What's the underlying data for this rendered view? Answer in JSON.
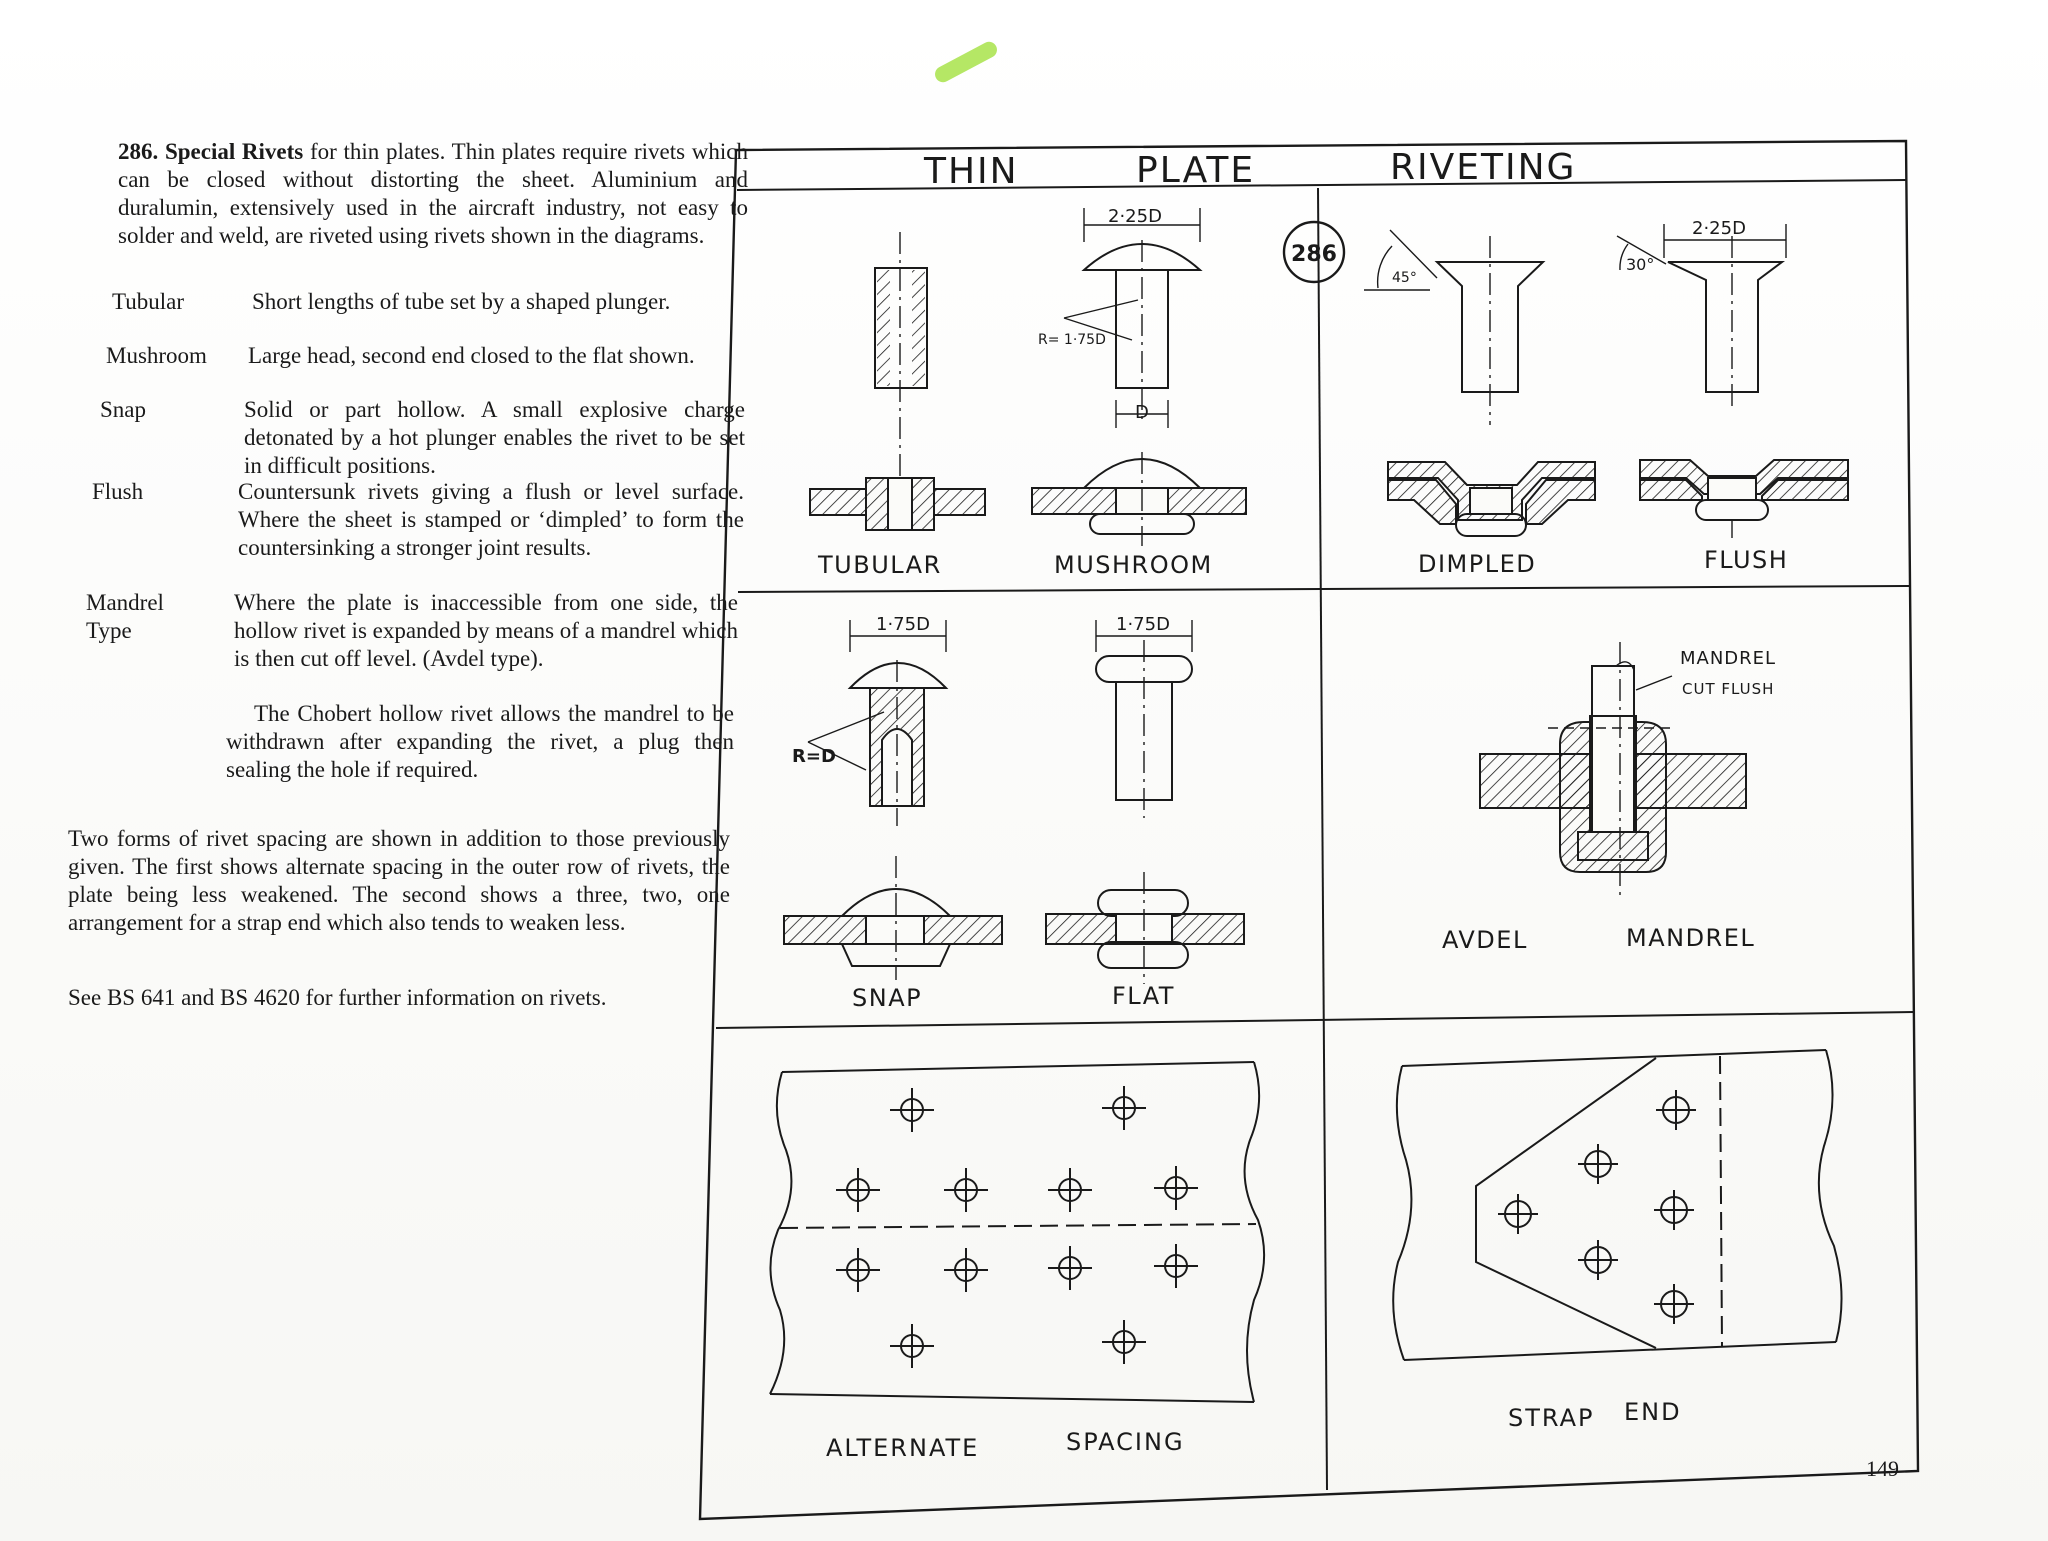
{
  "article": {
    "number": "286.",
    "heading": "Special Rivets",
    "intro_text": " for thin plates. Thin plates require rivets which can be closed without distorting the sheet. Aluminium and duralumin, extensively used in the aircraft industry, not easy to solder and weld, are riveted using rivets shown in the diagrams."
  },
  "definitions": [
    {
      "term": "Tubular",
      "text": "Short lengths of tube set by a shaped plunger."
    },
    {
      "term": "Mushroom",
      "text": "Large head, second end closed to the flat shown."
    },
    {
      "term": "Snap",
      "text": "Solid or part hollow. A small explosive charge detonated by a hot plunger enables the rivet to be set in difficult positions."
    },
    {
      "term": "Flush",
      "text": "Countersunk rivets giving a flush or level surface. Where the sheet is stamped or ‘dimpled’ to form the countersinking a stronger joint results."
    },
    {
      "term": "Mandrel Type",
      "text": "Where the plate is inaccessible from one side, the hollow rivet is expanded by means of a mandrel which is then cut off level. (Avdel type)."
    }
  ],
  "chobert_text": "The Chobert hollow rivet allows the mandrel to be withdrawn after expanding the rivet, a plug then sealing the hole if required.",
  "spacing_text": "Two forms of rivet spacing are shown in addition to those previously given. The first shows alternate spacing in the outer row of rivets, the plate being less weakened. The second shows a three, two, one arrangement for a strap end which also tends to weaken less.",
  "standards_text": "See BS 641 and BS 4620 for further information on rivets.",
  "figure": {
    "title_words": [
      "THIN",
      "PLATE",
      "RIVETING"
    ],
    "number": "286",
    "dims": {
      "d_225": "2·25D",
      "d_225_flush": "2·25D",
      "r_175": "R= 1·75D",
      "d": "D",
      "deg_45": "45°",
      "deg_30": "30°",
      "d_175_snap": "1·75D",
      "d_175_flat": "1·75D",
      "r_d": "R=D"
    },
    "labels": {
      "tubular": "TUBULAR",
      "mushroom": "MUSHROOM",
      "dimpled": "DIMPLED",
      "flush": "FLUSH",
      "snap": "SNAP",
      "flat": "FLAT",
      "mandrel_note": "MANDREL",
      "cut_flush": "CUT FLUSH",
      "avdel": "AVDEL",
      "mandrel": "MANDREL",
      "alternate": "ALTERNATE",
      "spacing": "SPACING",
      "strap": "STRAP",
      "end": "END"
    }
  },
  "page_number": "149",
  "colors": {
    "ink": "#1a1a1a",
    "paper": "#fbfbf9",
    "highlighter": "#a8e34a"
  }
}
